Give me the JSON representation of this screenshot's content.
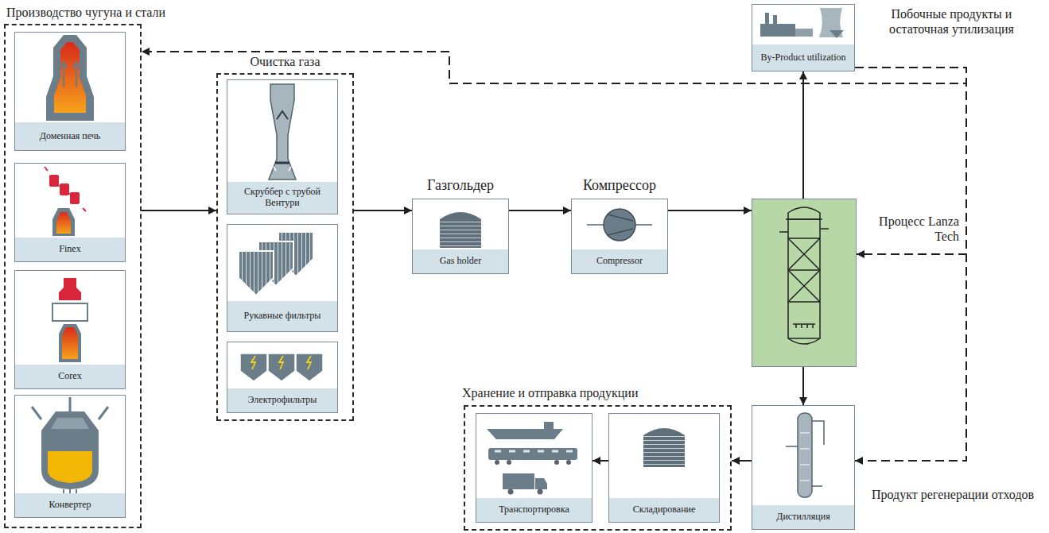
{
  "diagram": {
    "nodes": [
      {
        "text": [
          "Производство чугуна и стали"
        ]
      },
      {
        "text": [
          "Доменная печь"
        ],
        "in": 0
      },
      {
        "text": [
          "Finex"
        ],
        "in": 0
      },
      {
        "text": [
          "Corex"
        ],
        "in": 0
      },
      {
        "text": [
          "Конвертер"
        ],
        "in": 0
      },
      {
        "text": [
          "Очистка газа"
        ]
      },
      {
        "text": [
          "Скруббер с трубой Вентури"
        ],
        "in": 5
      },
      {
        "text": [
          "Рукавные фильтры"
        ],
        "in": 5
      },
      {
        "text": [
          "Электрофильтры"
        ],
        "in": 5
      },
      {
        "text": [
          "Газгольдер",
          "Gas holder"
        ]
      },
      {
        "text": [
          "Компрессор",
          "Compressor"
        ]
      },
      {
        "text": [
          "Процесс Lanza Tech"
        ]
      },
      {
        "text": [
          "Побочные продукты и остаточная утилизация",
          "By-Product utilization"
        ]
      },
      {
        "text": [
          "Дистилляция"
        ]
      },
      {
        "text": [
          "Хранение и отправка продукции"
        ]
      },
      {
        "text": [
          "Транспортировка"
        ],
        "in": 14
      },
      {
        "text": [
          "Складирование"
        ],
        "in": 14
      }
    ],
    "edges": [
      {
        "from": 0,
        "to": 5,
        "arrow": "to"
      },
      {
        "from": 5,
        "to": 9,
        "arrow": "to"
      },
      {
        "from": 9,
        "to": 10,
        "arrow": "to"
      },
      {
        "from": 10,
        "to": 11,
        "arrow": "to"
      },
      {
        "from": 11,
        "to": 12,
        "arrow": "to"
      },
      {
        "from": 11,
        "to": 13,
        "arrow": "to"
      },
      {
        "from": 13,
        "to": 14,
        "arrow": "to"
      },
      {
        "from": 16,
        "to": 15,
        "arrow": "to"
      },
      {
        "from": 12,
        "to": 0,
        "arrow": "to"
      },
      {
        "from": 12,
        "to": 11,
        "arrow": "to"
      },
      {
        "from": 12,
        "to": 13,
        "arrow": "to"
      }
    ],
    "labels": [
      "Продукт регенерации отходов"
    ]
  }
}
